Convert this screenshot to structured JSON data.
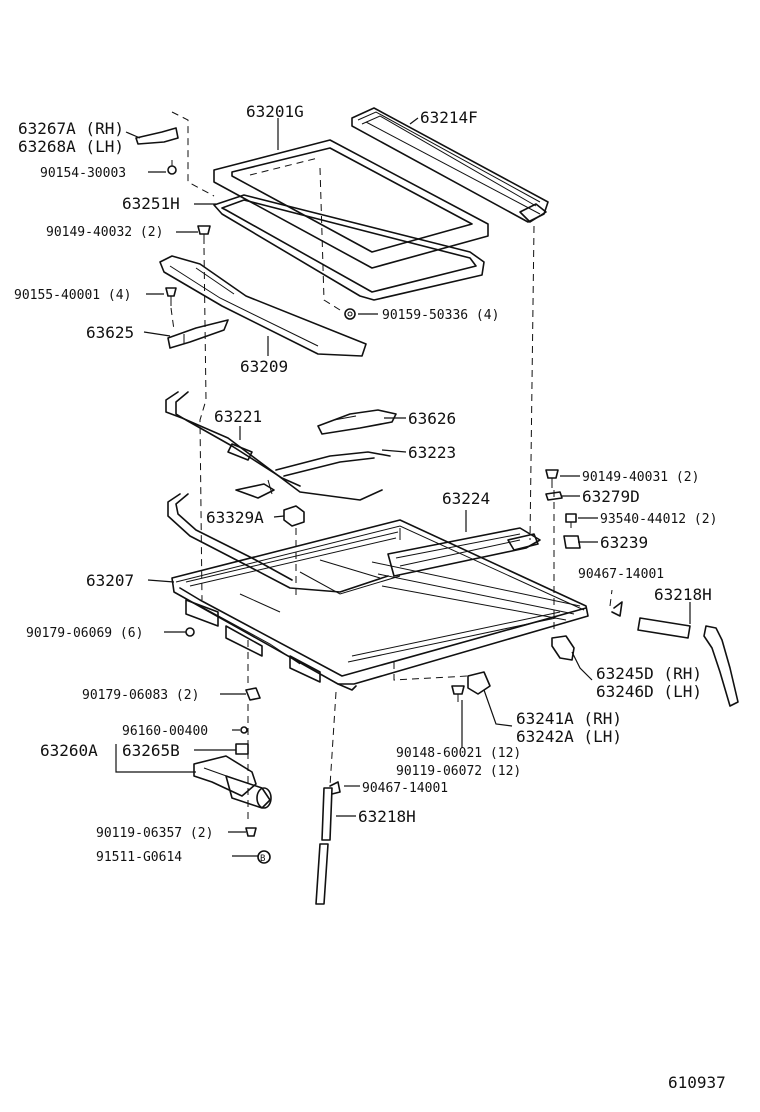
{
  "figure_id": "610937",
  "labels": {
    "p63267A": "63267A (RH)",
    "p63268A": "63268A (LH)",
    "p90154": "90154-30003",
    "p63201G": "63201G",
    "p63214F": "63214F",
    "p63251H": "63251H",
    "p90149_40032": "90149-40032 (2)",
    "p90155": "90155-40001 (4)",
    "p90159": "90159-50336 (4)",
    "p63625": "63625",
    "p63209": "63209",
    "p63221": "63221",
    "p63626": "63626",
    "p63223": "63223",
    "p90149_40031": "90149-40031 (2)",
    "p63279D": "63279D",
    "p63224": "63224",
    "p63329A": "63329A",
    "p93540": "93540-44012 (2)",
    "p63239": "63239",
    "p90467_a": "90467-14001",
    "p63207": "63207",
    "p63218H_a": "63218H",
    "p90179_06069": "90179-06069 (6)",
    "p63245D": "63245D (RH)",
    "p63246D": "63246D (LH)",
    "p90179_06083": "90179-06083 (2)",
    "p63241A": "63241A (RH)",
    "p63242A": "63242A (LH)",
    "p96160": "96160-00400",
    "p63260A": "63260A",
    "p63265B": "63265B",
    "p90148": "90148-60021 (12)",
    "p90119_06072": "90119-06072 (12)",
    "p90467_b": "90467-14001",
    "p63218H_b": "63218H",
    "p90119_06357": "90119-06357 (2)",
    "p91511": "91511-G0614",
    "circle_b": "B"
  }
}
